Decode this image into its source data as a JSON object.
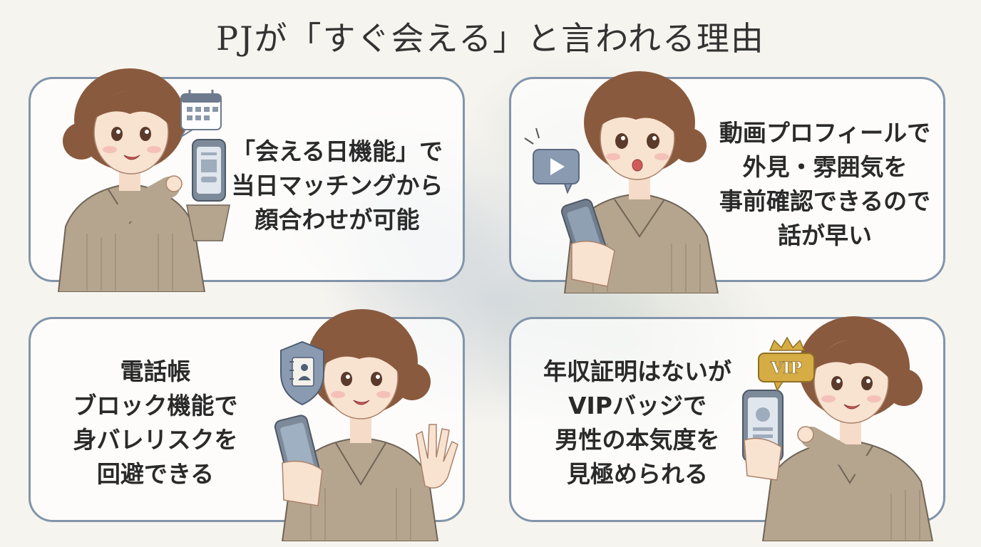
{
  "title": "PJが「すぐ会える」と言われる理由",
  "cards": [
    {
      "lines": [
        "「会える日機能」で",
        "当日マッチングから",
        "顔合わせが可能"
      ],
      "icon": "calendar-icon"
    },
    {
      "lines": [
        "動画プロフィールで",
        "外見・雰囲気を",
        "事前確認できるので",
        "話が早い"
      ],
      "icon": "video-play-icon"
    },
    {
      "lines": [
        "電話帳",
        "ブロック機能で",
        "身バレリスクを",
        "回避できる"
      ],
      "icon": "contact-shield-icon"
    },
    {
      "lines": [
        "年収証明はないが",
        "VIPバッジで",
        "男性の本気度を",
        "見極められる"
      ],
      "icon": "vip-crown-badge-icon",
      "badge_text": "VIP"
    }
  ],
  "colors": {
    "card_border": "#8294aa",
    "sweater": "#b5a58f",
    "hair": "#8a5a3e",
    "phone": "#7d8a99",
    "gold": "#d6ac45"
  }
}
